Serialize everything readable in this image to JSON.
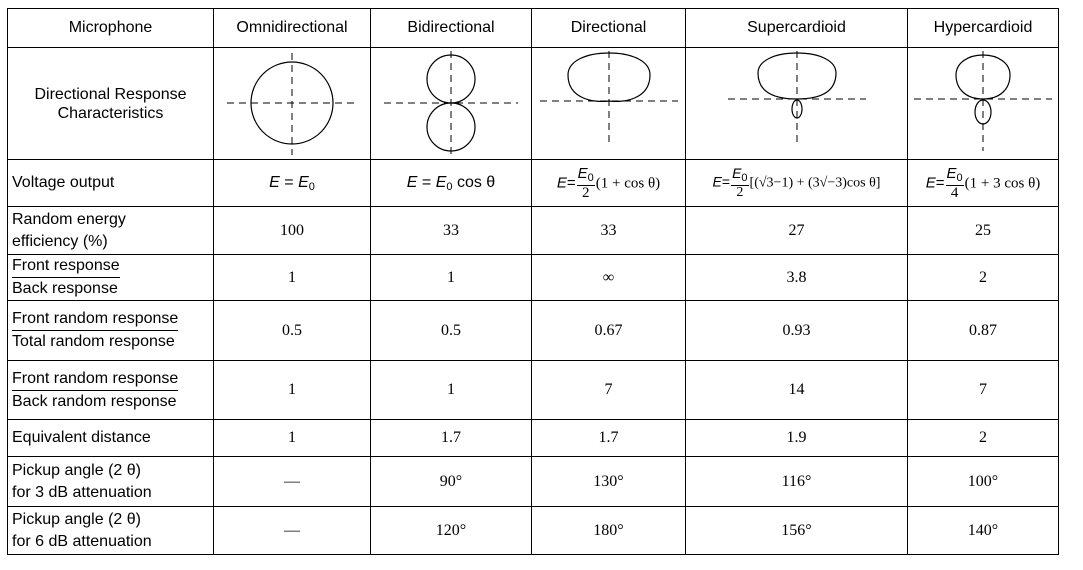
{
  "headers": {
    "row_label": "Microphone",
    "columns": [
      "Omnidirectional",
      "Bidirectional",
      "Directional",
      "Supercardioid",
      "Hypercardioid"
    ]
  },
  "rows": {
    "directional_response": {
      "label_line1": "Directional Response",
      "label_line2": "Characteristics"
    },
    "voltage_output": {
      "label": "Voltage output",
      "formulas": {
        "omni": {
          "lhs": "E",
          "eq": "=",
          "rhs": "E",
          "sub": "0"
        },
        "bi": {
          "lhs": "E",
          "eq": "=",
          "rhs": "E",
          "sub": "0",
          "tail": "cos θ"
        },
        "dir": {
          "lhs": "E",
          "eq": "=",
          "num": "E",
          "num_sub": "0",
          "den": "2",
          "tail": "(1 + cos θ)"
        },
        "super": {
          "lhs": "E",
          "eq": "=",
          "num": "E",
          "num_sub": "0",
          "den": "2",
          "tail": "[(√3−1) + (3√−3)cos θ]"
        },
        "hyper": {
          "lhs": "E",
          "eq": "=",
          "num": "E",
          "num_sub": "0",
          "den": "4",
          "tail": "(1 + 3 cos θ)"
        }
      }
    },
    "random_energy": {
      "label_line1": "Random energy",
      "label_line2": "efficiency (%)",
      "values": [
        "100",
        "33",
        "33",
        "27",
        "25"
      ]
    },
    "front_back": {
      "label_top": "Front response",
      "label_bottom": "Back response",
      "values": [
        "1",
        "1",
        "∞",
        "3.8",
        "2"
      ]
    },
    "front_total_random": {
      "label_top": "Front random response",
      "label_bottom": "Total random response",
      "values": [
        "0.5",
        "0.5",
        "0.67",
        "0.93",
        "0.87"
      ]
    },
    "front_back_random": {
      "label_top": "Front random response",
      "label_bottom": "Back random response",
      "values": [
        "1",
        "1",
        "7",
        "14",
        "7"
      ]
    },
    "equivalent_distance": {
      "label": "Equivalent distance",
      "values": [
        "1",
        "1.7",
        "1.7",
        "1.9",
        "2"
      ]
    },
    "pickup_3db": {
      "label_line1": "Pickup angle (2 θ)",
      "label_line2": "for 3 dB attenuation",
      "values": [
        "—",
        "90°",
        "130°",
        "116°",
        "100°"
      ]
    },
    "pickup_6db": {
      "label_line1": "Pickup angle (2 θ)",
      "label_line2": "for 6 dB attenuation",
      "values": [
        "—",
        "120°",
        "180°",
        "156°",
        "140°"
      ]
    }
  }
}
